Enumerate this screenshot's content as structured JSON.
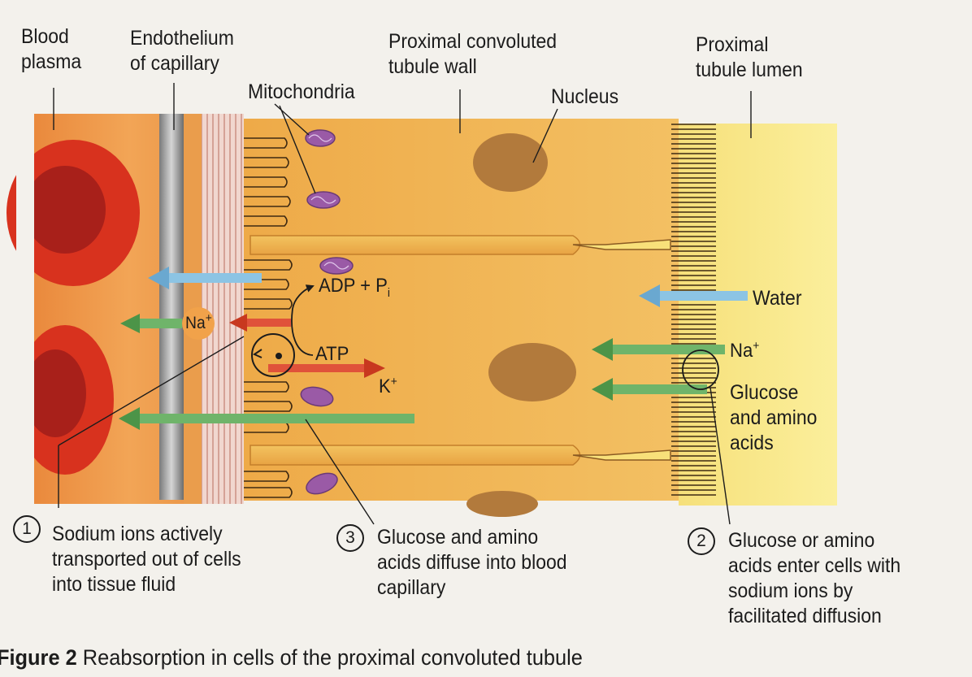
{
  "labels": {
    "blood_plasma": "Blood\nplasma",
    "endothelium": "Endothelium\nof capillary",
    "mitochondria": "Mitochondria",
    "pct_wall": "Proximal convoluted\ntubule wall",
    "nucleus": "Nucleus",
    "lumen": "Proximal\ntubule lumen",
    "water": "Water",
    "na_right": "Na",
    "glucose_right": "Glucose\nand amino\nacids",
    "na_left": "Na",
    "plus": "+",
    "adp": "ADP + P",
    "adp_sub": "i",
    "atp": "ATP",
    "k": "K",
    "step1_num": "1",
    "step1_text": "Sodium ions actively\ntransported out of cells\ninto tissue fluid",
    "step3_num": "3",
    "step3_text": "Glucose and amino\nacids diffuse into blood\ncapillary",
    "step2_num": "2",
    "step2_text": "Glucose or amino\nacids enter cells with\nsodium ions by\nfacilitated diffusion"
  },
  "caption": {
    "figure": "Figure 2",
    "text": "Reabsorption in cells of the proximal convoluted tubule"
  },
  "colors": {
    "background": "#f3f1ec",
    "blood": "#e8893a",
    "rbc": "#d8321e",
    "rbc_core": "#a8201a",
    "cell": "#f0b453",
    "lumen": "#f8e78c",
    "mitochondria": "#9a5aa6",
    "nucleus": "#b27a3c",
    "water_arrow": "#8cc4e4",
    "na_arrow": "#6fb46a",
    "atp_arrow": "#e0523a"
  }
}
